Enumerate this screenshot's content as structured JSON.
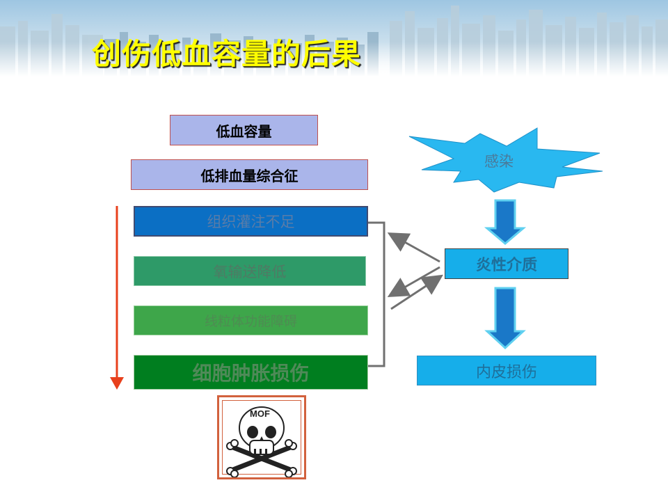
{
  "slide": {
    "title": "创伤低血容量的后果"
  },
  "left_chain": {
    "items": [
      "低血容量",
      "低排血量综合征",
      "组织灌注不足",
      "氧输送降低",
      "线粒体功能障碍",
      "细胞肿胀损伤"
    ],
    "outcome_label": "MOF"
  },
  "right_chain": {
    "trigger": "感染",
    "mediator": "炎性介质",
    "result": "内皮损伤"
  },
  "colors": {
    "title": "#ffff00",
    "down_arrow": "#e8401c",
    "block_arrow": "#1a8fd6",
    "starburst": "#29b8f0"
  }
}
